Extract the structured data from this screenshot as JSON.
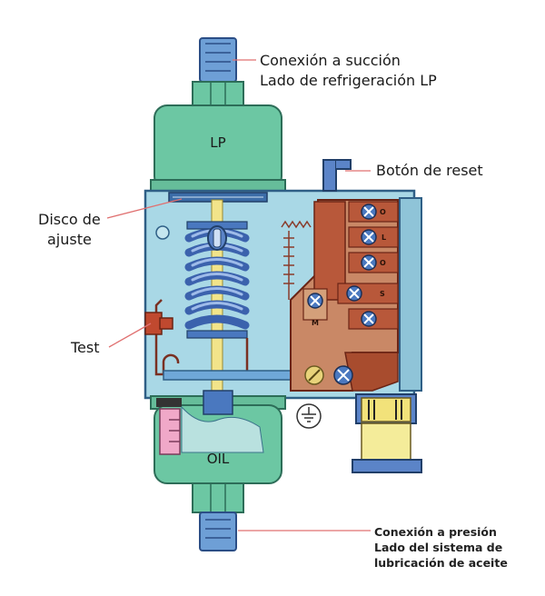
{
  "labels": {
    "suction_line1": "Conexión a succión",
    "suction_line2": "Lado de refrigeración LP",
    "reset": "Botón de reset",
    "disc_line1": "Disco de",
    "disc_line2": "ajuste",
    "test": "Test",
    "oil_line1": "Conexión a presión",
    "oil_line2": "Lado del sistema de",
    "oil_line3": "lubricación de aceite"
  },
  "body_labels": {
    "lp": "LP",
    "oil": "OIL"
  },
  "terminals": {
    "o_top": "O",
    "l": "L",
    "o_bottom": "O",
    "s": "S",
    "m": "M"
  },
  "colors": {
    "housing_green": "#6cc7a3",
    "case_blue": "#a9d8e6",
    "spring_blue": "#5a82c8",
    "terminal_brown": "#b8583a",
    "yellow": "#f2e48a",
    "leader_red": "#e07070"
  }
}
